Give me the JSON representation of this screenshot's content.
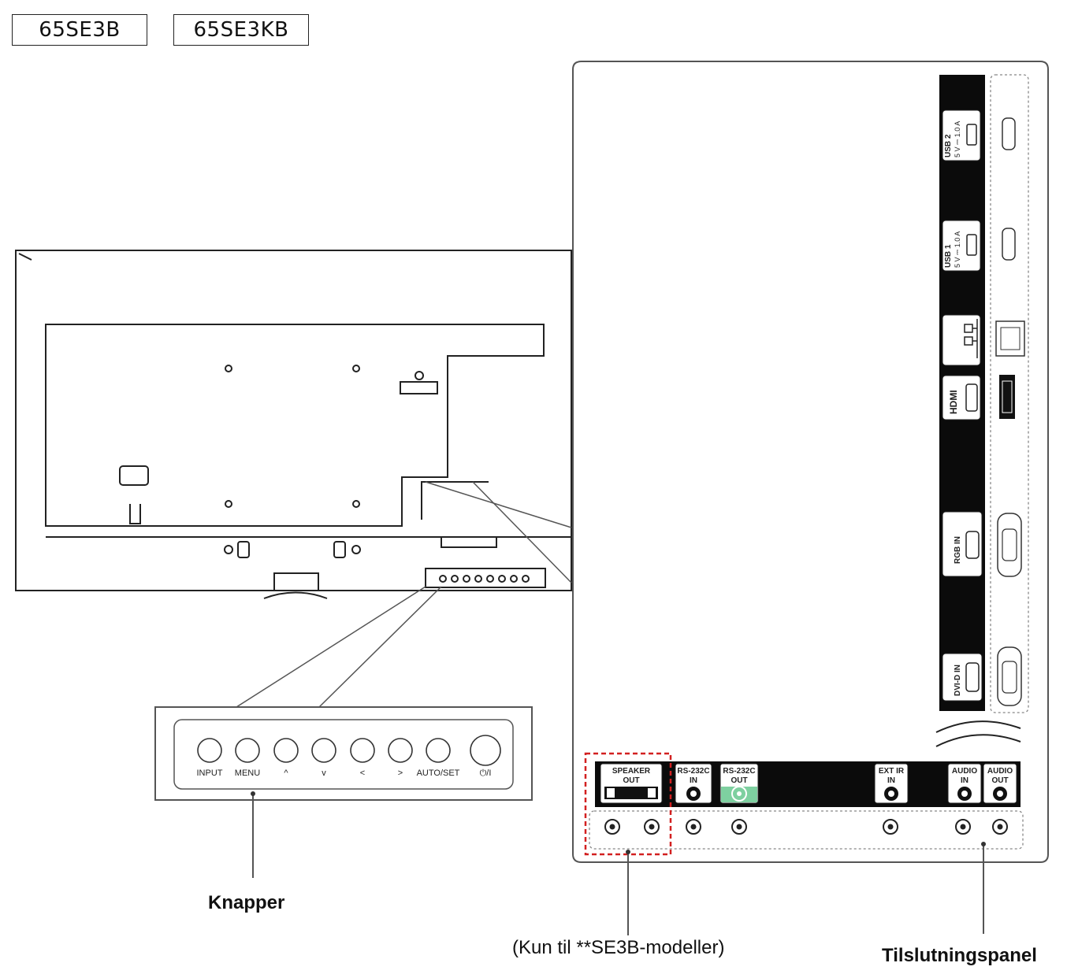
{
  "models": [
    "65SE3B",
    "65SE3KB"
  ],
  "buttons": [
    "INPUT",
    "MENU",
    "^",
    "v",
    "<",
    ">",
    "AUTO/SET",
    "⏻/I"
  ],
  "ports_vertical": [
    {
      "label": "USB 2",
      "sub": "5 V ⎓ 1.0 A"
    },
    {
      "label": "USB 1",
      "sub": "5 V ⎓ 1.0 A"
    },
    {
      "label": "LAN",
      "sub": ""
    },
    {
      "label": "HDMI",
      "sub": ""
    },
    {
      "label": "RGB IN",
      "sub": ""
    },
    {
      "label": "DVI-D IN",
      "sub": ""
    }
  ],
  "ports_bottom": [
    {
      "line1": "SPEAKER",
      "line2": "OUT"
    },
    {
      "line1": "RS-232C",
      "line2": "IN"
    },
    {
      "line1": "RS-232C",
      "line2": "OUT"
    },
    {
      "line1": "EXT IR",
      "line2": "IN"
    },
    {
      "line1": "AUDIO",
      "line2": "IN"
    },
    {
      "line1": "AUDIO",
      "line2": "OUT"
    }
  ],
  "captions": {
    "buttons": "Knapper",
    "speaker_note": "(Kun til **SE3B-modeller)",
    "panel": "Tilslutningspanel"
  },
  "colors": {
    "outline": "#222222",
    "panel_black": "#0b0b0b",
    "highlight_red": "#d22020",
    "rs232_out": "#7ed0a0"
  }
}
